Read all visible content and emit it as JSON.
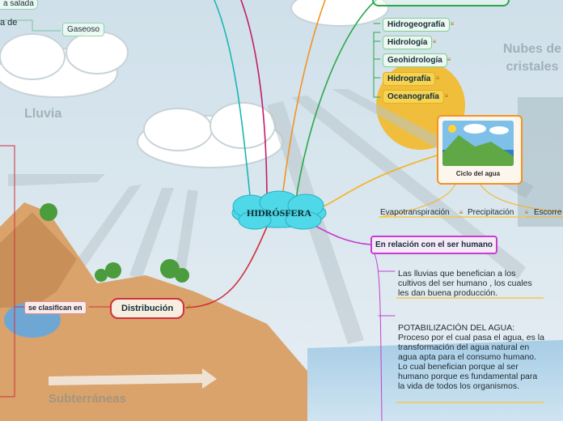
{
  "center": {
    "label": "HIDRÓSFERA"
  },
  "top_left": {
    "agua_salada": "a salada",
    "a_de": "a de",
    "gaseoso": "Gaseoso"
  },
  "ramas": [
    {
      "id": "hidrogeografia",
      "label": "Hidrogeografía"
    },
    {
      "id": "hidrologia",
      "label": "Hidrología"
    },
    {
      "id": "geohidrologia",
      "label": "Geohidrología"
    },
    {
      "id": "hidrografia",
      "label": "Hidrografía"
    },
    {
      "id": "oceanografia",
      "label": "Oceanografía"
    }
  ],
  "ciclo": {
    "caption": "Ciclo del agua",
    "procesos": [
      "Evapotranspiración",
      "Precipitación",
      "Escorre"
    ]
  },
  "ser_humano": {
    "label": "En relación con el ser humano",
    "p1": "Las lluvias que benefician a los cultivos del ser humano , los cuales les dan buena producción.",
    "p2": "POTABILIZACIÓN DEL AGUA: Proceso por el cual pasa el agua, es la transformación del agua natural en agua apta para el consumo humano. Lo cual benefician porque al ser humano porque es fundamental para la vida de todos los organismos."
  },
  "distribucion": {
    "label": "Distribución",
    "sub": "se clasifican en"
  },
  "background_words": {
    "lluvia": "Lluvia",
    "nubes": "Nubes de cristales",
    "subterraneas": "Subterráneas"
  },
  "note_icon": "note-icon",
  "colors": {
    "center": "#4fd8e8",
    "ramas_border": "#2aa84a",
    "ser_humano": "#c43fd0",
    "distribucion": "#d0303a",
    "sun": "#f2b526"
  }
}
